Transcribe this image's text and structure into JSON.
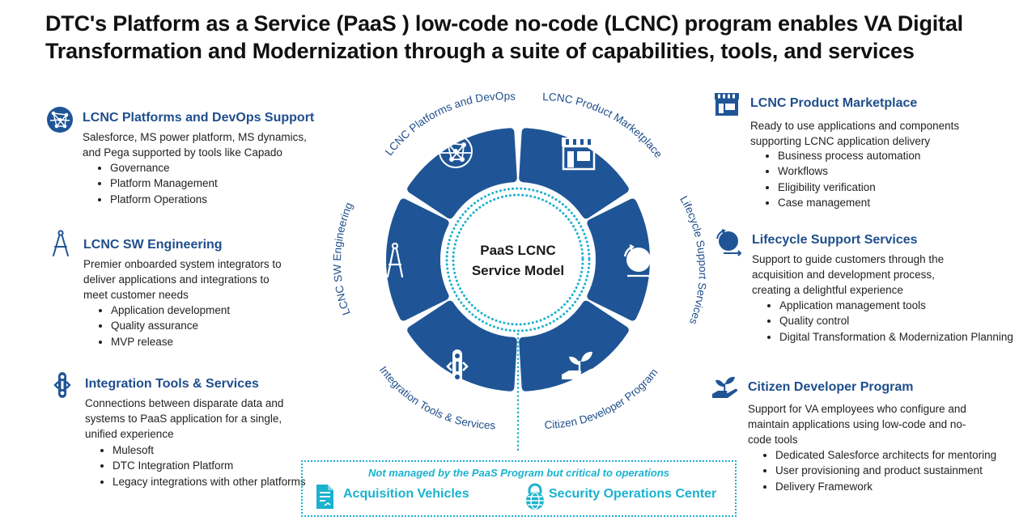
{
  "title": {
    "line1": "DTC's Platform as a Service (PaaS ) low-code no-code (LCNC) program enables VA Digital",
    "line2": "Transformation and Modernization through a suite of capabilities, tools, and services"
  },
  "center": {
    "line1": "PaaS LCNC",
    "line2": "Service Model"
  },
  "wheel_labels": {
    "platforms": "LCNC Platforms and DevOps",
    "marketplace": "LCNC Product Marketplace",
    "lifecycle": "Lifecycle Support Services",
    "citizen": "Citizen Developer Program",
    "integration": "Integration Tools & Services",
    "engineering": "LCNC SW Engineering"
  },
  "sections": {
    "platforms": {
      "heading": "LCNC Platforms and DevOps Support",
      "desc": [
        "Salesforce, MS power platform, MS dynamics,",
        "and Pega supported by tools like Capado"
      ],
      "bullets": [
        "Governance",
        "Platform Management",
        "Platform Operations"
      ]
    },
    "engineering": {
      "heading": "LCNC SW Engineering",
      "desc": [
        "Premier onboarded system integrators to",
        "deliver applications and integrations to",
        "meet customer needs"
      ],
      "bullets": [
        "Application development",
        "Quality assurance",
        "MVP release"
      ]
    },
    "integration": {
      "heading": "Integration Tools & Services",
      "desc": [
        "Connections between disparate data and",
        "systems to PaaS application for a single,",
        "unified experience"
      ],
      "bullets": [
        "Mulesoft",
        "DTC Integration Platform",
        "Legacy integrations with other platforms"
      ]
    },
    "marketplace": {
      "heading": "LCNC Product Marketplace",
      "desc": [
        "Ready to use applications and components",
        "supporting LCNC application delivery"
      ],
      "bullets": [
        "Business process automation",
        "Workflows",
        "Eligibility verification",
        "Case management"
      ]
    },
    "lifecycle": {
      "heading": "Lifecycle Support Services",
      "desc": [
        "Support to guide customers through the",
        "acquisition and development process,",
        "creating a delightful experience"
      ],
      "bullets": [
        "Application management tools",
        "Quality control",
        "Digital Transformation & Modernization Planning"
      ]
    },
    "citizen": {
      "heading": "Citizen Developer Program",
      "desc": [
        "Support for VA employees who configure and",
        "maintain applications using low-code and no-",
        "code tools"
      ],
      "bullets": [
        "Dedicated Salesforce architects for mentoring",
        "User provisioning and product sustainment",
        "Delivery Framework"
      ]
    }
  },
  "not_managed": {
    "note": "Not managed by the PaaS Program but critical to operations",
    "item1": "Acquisition Vehicles",
    "item2": "Security Operations Center"
  },
  "colors": {
    "navy": "#1f5596",
    "heading": "#1f4e8c",
    "cyan": "#1ab2cf"
  },
  "icons": [
    "network-globe-icon",
    "store-icon",
    "cycle-icon",
    "plant-hand-icon",
    "integration-icon",
    "compass-icon",
    "document-icon",
    "lock-globe-icon"
  ]
}
